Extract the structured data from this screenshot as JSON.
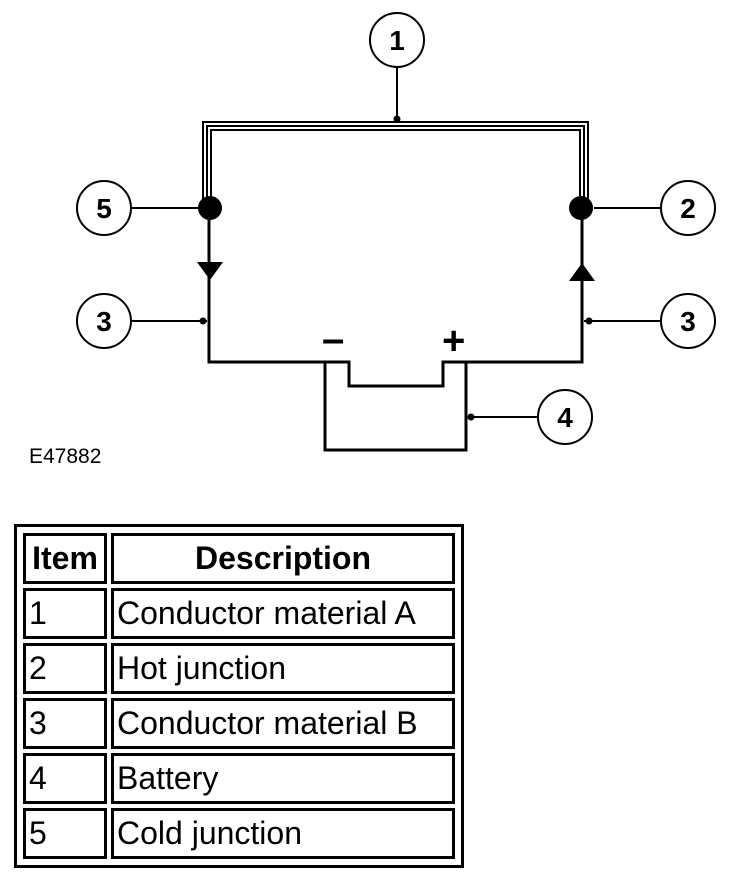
{
  "diagram": {
    "callouts": [
      "1",
      "2",
      "3",
      "3",
      "4",
      "5"
    ],
    "figure_id": "E47882",
    "battery_negative": "–",
    "battery_positive": "+"
  },
  "legend": {
    "headers": {
      "item": "Item",
      "description": "Description"
    },
    "rows": [
      {
        "item": "1",
        "description": "Conductor material A"
      },
      {
        "item": "2",
        "description": "Hot junction"
      },
      {
        "item": "3",
        "description": "Conductor material B"
      },
      {
        "item": "4",
        "description": "Battery"
      },
      {
        "item": "5",
        "description": "Cold junction"
      }
    ]
  }
}
